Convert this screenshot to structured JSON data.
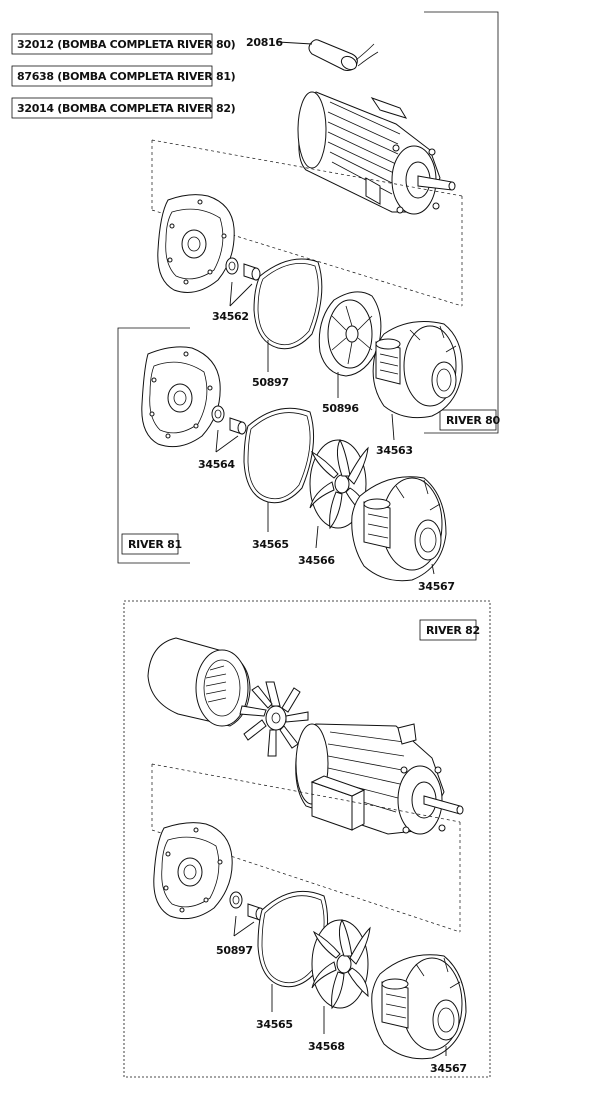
{
  "order_codes": [
    {
      "text": "32012 (BOMBA COMPLETA RIVER 80)"
    },
    {
      "text": "87638 (BOMBA COMPLETA RIVER 81)"
    },
    {
      "text": "32014 (BOMBA COMPLETA RIVER 82)"
    }
  ],
  "sections": {
    "river80": "RIVER 80",
    "river81": "RIVER 81",
    "river82": "RIVER 82"
  },
  "part_numbers": {
    "p20816": "20816",
    "p34562": "34562",
    "p50897_top": "50897",
    "p50896": "50896",
    "p34563": "34563",
    "p34564": "34564",
    "p34565_mid": "34565",
    "p34566": "34566",
    "p34567_mid": "34567",
    "p50897_bot": "50897",
    "p34565_bot": "34565",
    "p34568": "34568",
    "p34567_bot": "34567"
  }
}
